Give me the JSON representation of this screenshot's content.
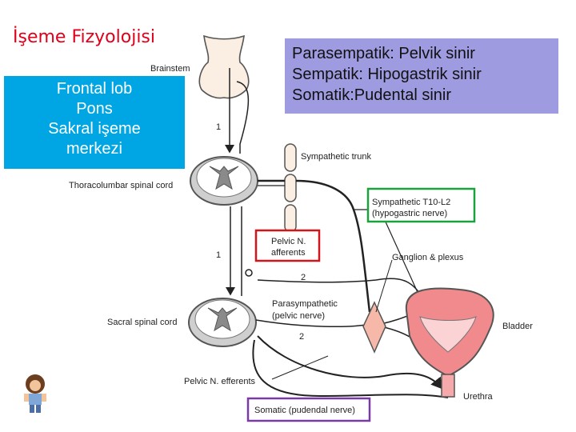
{
  "title": "İşeme Fizyolojisi",
  "centers_box": [
    "Frontal lob",
    "Pons",
    "Sakral işeme",
    "merkezi"
  ],
  "nerves_box": [
    "Parasempatik:  Pelvik sinir",
    "Sempatik: Hipogastrik sinir",
    "Somatik:Pudental sinir"
  ],
  "diagram": {
    "brainstem": "Brainstem",
    "thoracolumbar": "Thoracolumbar spinal cord",
    "sacral": "Sacral spinal cord",
    "sympathetic_trunk": "Sympathetic trunk",
    "sympathetic_nerve": [
      "Sympathetic T10-L2",
      "(hypogastric nerve)"
    ],
    "pelvic_afferents": [
      "Pelvic N.",
      "afferents"
    ],
    "ganglion": "Ganglion & plexus",
    "parasympathetic": [
      "Parasympathetic",
      "(pelvic nerve)"
    ],
    "bladder": "Bladder",
    "pelvic_efferents": "Pelvic N. efferents",
    "urethra": "Urethra",
    "somatic": "Somatic (pudendal nerve)",
    "num1_top": "1",
    "num1_bottom": "1",
    "num2_top": "2",
    "num2_bottom": "2"
  },
  "colors": {
    "title": "#e0001b",
    "blue_box": "#00a6e4",
    "purple_box": "#9e9be0",
    "red_frame": "#d0151b",
    "green_frame": "#1aa33c",
    "purple_frame": "#7a3aa6",
    "bladder": "#f08a8c"
  }
}
